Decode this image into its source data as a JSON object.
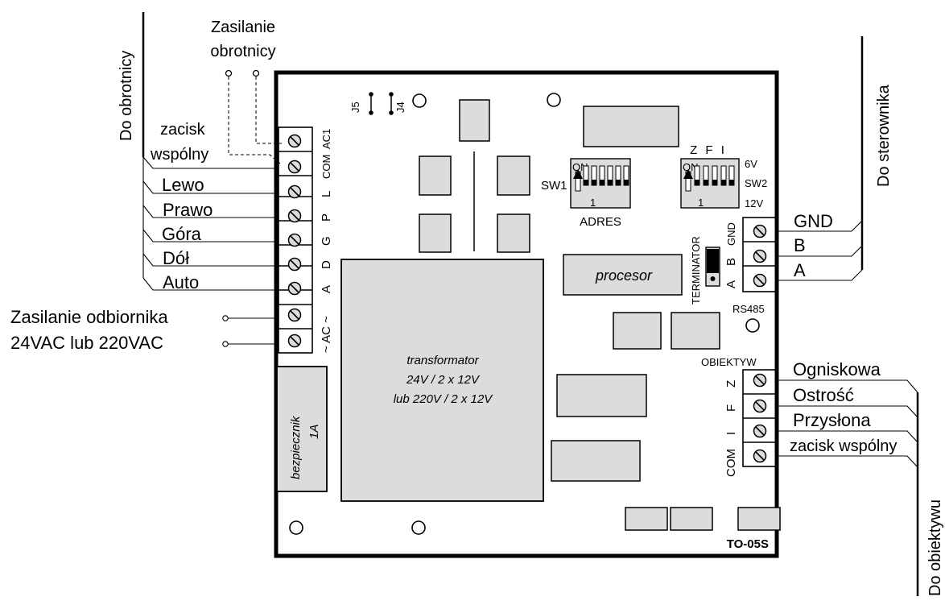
{
  "left": {
    "side_title": "Do obrotnicy",
    "power_title_1": "Zasilanie",
    "power_title_2": "obrotnicy",
    "common_1": "zacisk",
    "common_2": "wspólny",
    "wires": [
      "Lewo",
      "Prawo",
      "Góra",
      "Dół",
      "Auto"
    ],
    "supply_1": "Zasilanie odbiornika",
    "supply_2": "24VAC lub 220VAC"
  },
  "board": {
    "model": "TO-05S",
    "terminal_labels_left": [
      "AC1",
      "COM",
      "L",
      "P",
      "G",
      "D",
      "A",
      "~ AC ~"
    ],
    "jumper_j5": "J5",
    "jumper_j4": "J4",
    "transformer_1": "transformator",
    "transformer_2": "24V / 2 x 12V",
    "transformer_3": "lub 220V / 2 x 12V",
    "fuse_1": "bezpiecznik",
    "fuse_2": "1A",
    "processor": "procesor",
    "terminator": "TERMINATOR",
    "sw1": "SW1",
    "sw1_on": "ON",
    "sw1_one": "1",
    "address": "ADRES",
    "zfi": "Z F I",
    "sw2_on": "ON",
    "sw2_one": "1",
    "v6": "6V",
    "sw2": "SW2",
    "v12": "12V",
    "rs485": "RS485",
    "rs_terminals": [
      "GND",
      "B",
      "A"
    ],
    "lens_header": "OBIEKTYW",
    "lens_terminals": [
      "Z",
      "F",
      "I",
      "COM"
    ]
  },
  "right": {
    "controller_title": "Do sterownika",
    "rs_wires": [
      "GND",
      "B",
      "A"
    ],
    "lens_title": "Do obiektywu",
    "lens_wires": [
      "Ogniskowa",
      "Ostrość",
      "Przysłona",
      "zacisk wspólny"
    ]
  }
}
